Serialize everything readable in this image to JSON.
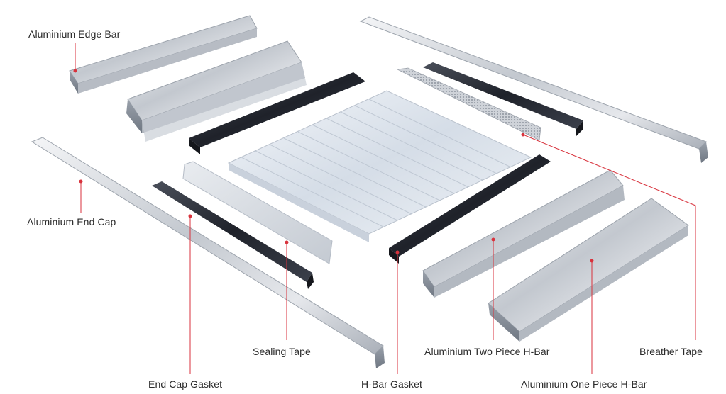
{
  "labels": {
    "edge_bar": "Aluminium Edge Bar",
    "end_cap": "Aluminium End Cap",
    "sealing_tape": "Sealing Tape",
    "end_cap_gasket": "End Cap Gasket",
    "h_bar_gasket": "H-Bar Gasket",
    "two_piece": "Aluminium Two Piece H-Bar",
    "one_piece": "Aluminium One Piece H-Bar",
    "breather_tape": "Breather Tape"
  },
  "colors": {
    "leader_line": "#d8323c",
    "gasket": "#23262e",
    "aluminium": "#c9cdd3",
    "polycarbonate": "#dfe6ef"
  }
}
